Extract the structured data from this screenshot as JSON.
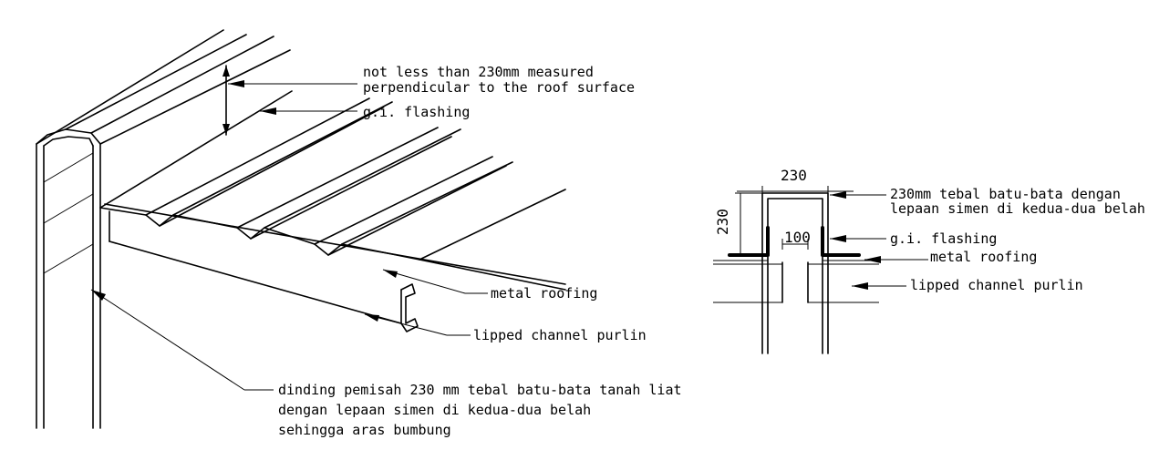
{
  "isometric": {
    "labels": {
      "height_note_line1": "not less than 230mm measured",
      "height_note_line2": "perpendicular to the roof surface",
      "flashing": "g.i. flashing",
      "metal_roofing": "metal roofing",
      "purlin": "lipped channel purlin",
      "wall_line1": "dinding pemisah 230 mm tebal batu-bata tanah liat",
      "wall_line2": "dengan lepaan simen di kedua-dua belah",
      "wall_line3": "sehingga aras bumbung"
    }
  },
  "section": {
    "dims": {
      "wall_width": "230",
      "upstand_height": "230",
      "gap": "100"
    },
    "labels": {
      "wall_line1": "230mm tebal batu-bata dengan",
      "wall_line2": "lepaan simen di kedua-dua belah",
      "flashing": "g.i. flashing",
      "metal_roofing": "metal roofing",
      "purlin": "lipped channel purlin"
    }
  }
}
